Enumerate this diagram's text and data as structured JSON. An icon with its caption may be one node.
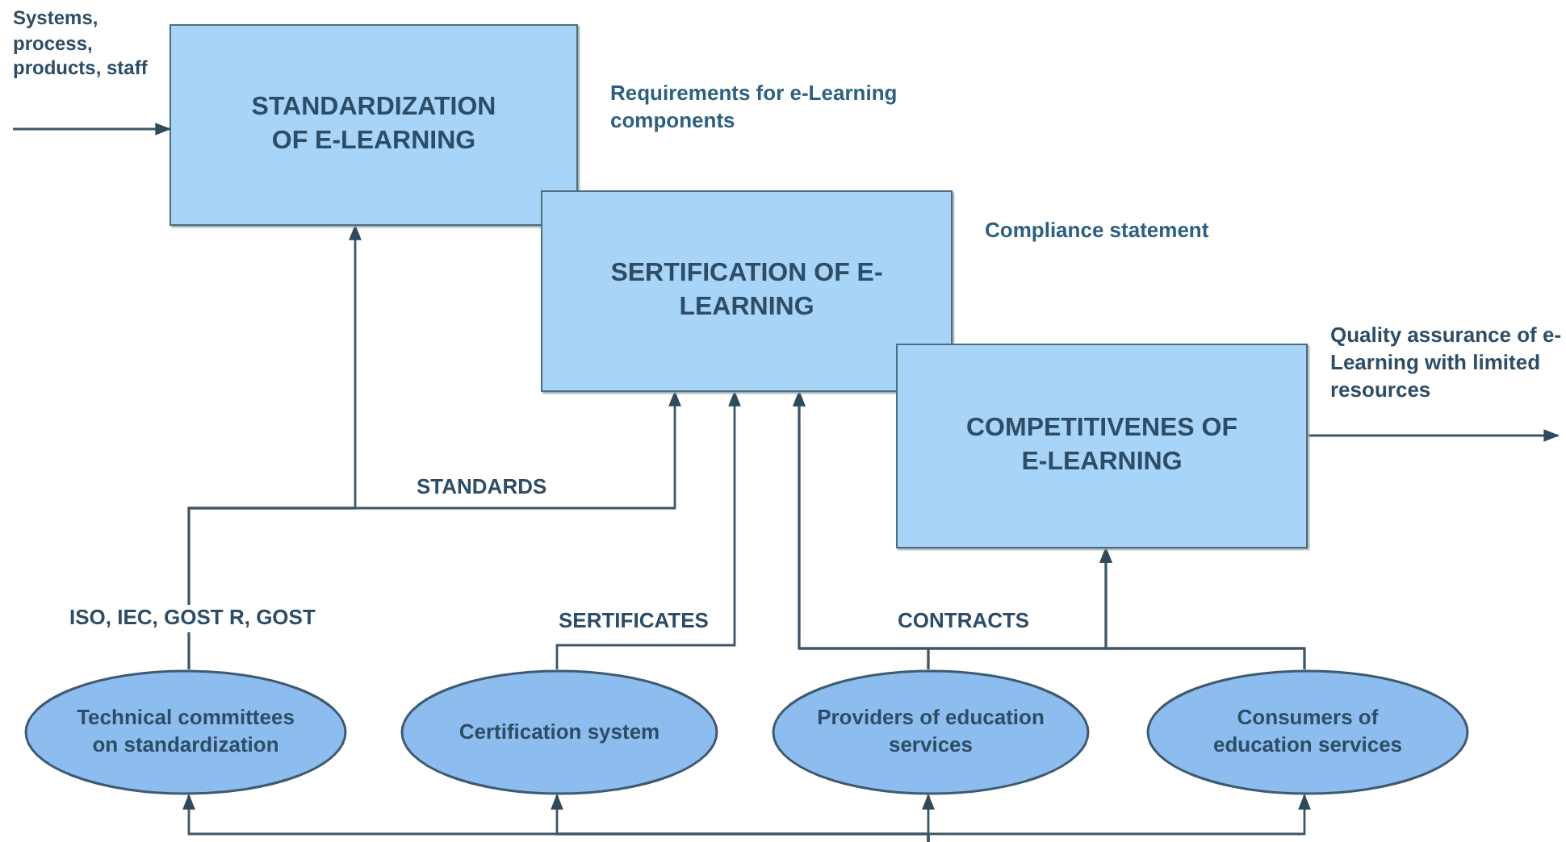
{
  "diagram": {
    "nodes": [
      {
        "text": [
          "STANDARDIZATION OF E-LEARNING"
        ],
        "beside": [
          "Requirements for e-Learning components"
        ]
      },
      {
        "text": [
          "SERTIFICATION OF E-LEARNING"
        ],
        "beside": [
          "Compliance statement"
        ]
      },
      {
        "text": [
          "COMPETITIVENES OF E-LEARNING"
        ]
      },
      {
        "text": [
          "Technical committees on standardization"
        ]
      },
      {
        "text": [
          "Certification system"
        ]
      },
      {
        "text": [
          "Providers of education services"
        ]
      },
      {
        "text": [
          "Consumers of education services"
        ]
      }
    ],
    "edges": [
      {
        "from": null,
        "to": 0,
        "arrow": "to",
        "label": "Systems, process, products, staff"
      },
      {
        "from": 2,
        "to": null,
        "arrow": "to",
        "label": "Quality assurance of e-Learning with limited resources"
      },
      {
        "from": 3,
        "to": 0,
        "arrow": "to",
        "label": "ISO, IEC, GOST R, GOST"
      },
      {
        "from": 3,
        "to": 1,
        "arrow": "to",
        "label": "STANDARDS"
      },
      {
        "from": 4,
        "to": 1,
        "arrow": "to",
        "label": "SERTIFICATES"
      },
      {
        "from": 5,
        "to": 1,
        "arrow": "to"
      },
      {
        "from": 5,
        "to": 2,
        "arrow": "to",
        "label": "CONTRACTS"
      },
      {
        "from": 6,
        "to": 2,
        "arrow": "to"
      },
      {
        "from": 6,
        "to": 1,
        "arrow": "to"
      },
      {
        "from": null,
        "to": 3,
        "arrow": "to"
      },
      {
        "from": null,
        "to": 4,
        "arrow": "to"
      },
      {
        "from": null,
        "to": 5,
        "arrow": "to"
      },
      {
        "from": null,
        "to": 6,
        "arrow": "to"
      }
    ]
  }
}
